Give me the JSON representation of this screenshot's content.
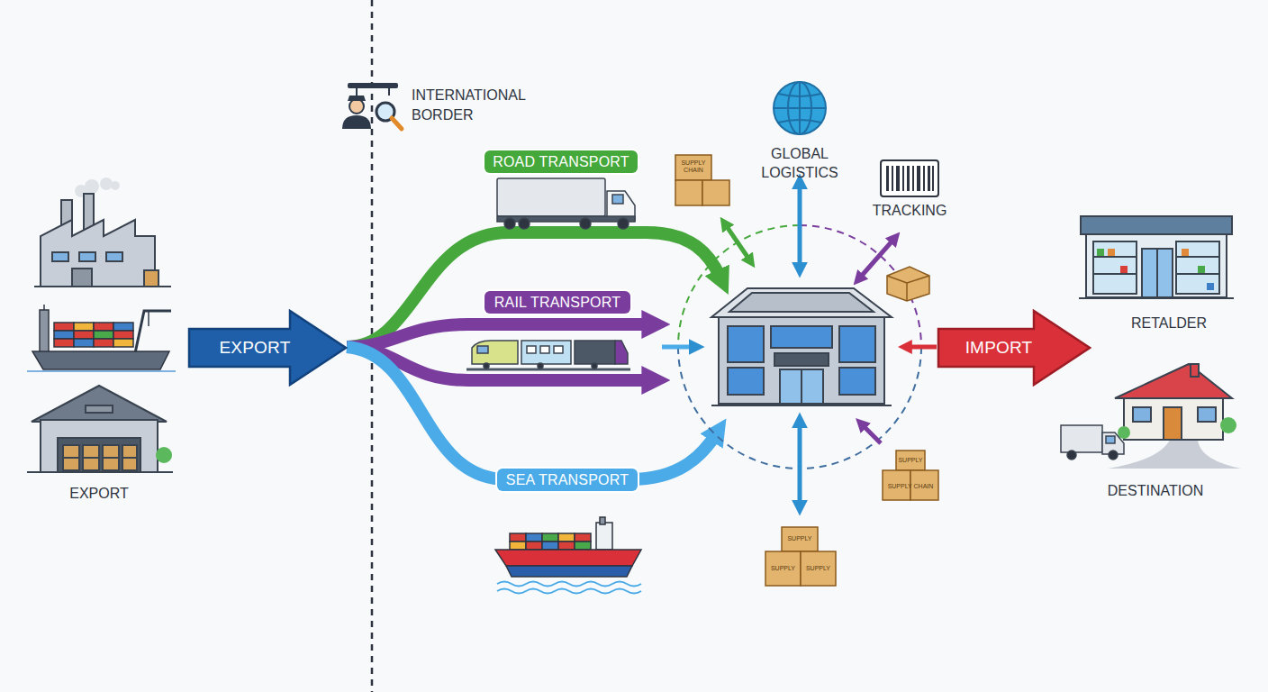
{
  "diagram": {
    "nodes": [
      {
        "text": [
          "EXPORT"
        ]
      },
      {
        "text": [
          "ROAD TRANSPORT"
        ]
      },
      {
        "text": [
          "RAIL TRANSPORT"
        ]
      },
      {
        "text": [
          "SEA TRANSPORT"
        ]
      },
      {
        "text": [
          "IMPORT"
        ]
      }
    ],
    "labels": [
      "INTERNATIONAL BORDER",
      "GLOBAL LOGISTICS",
      "SUPPLY CHAIN",
      "TRACKING",
      "RETALDER",
      "SUPPLY",
      "SUPPLY CHAIN",
      "DESTINATION",
      "EXPORT",
      "SUPPLY",
      "SUPPLY",
      "SUPPLY"
    ]
  }
}
